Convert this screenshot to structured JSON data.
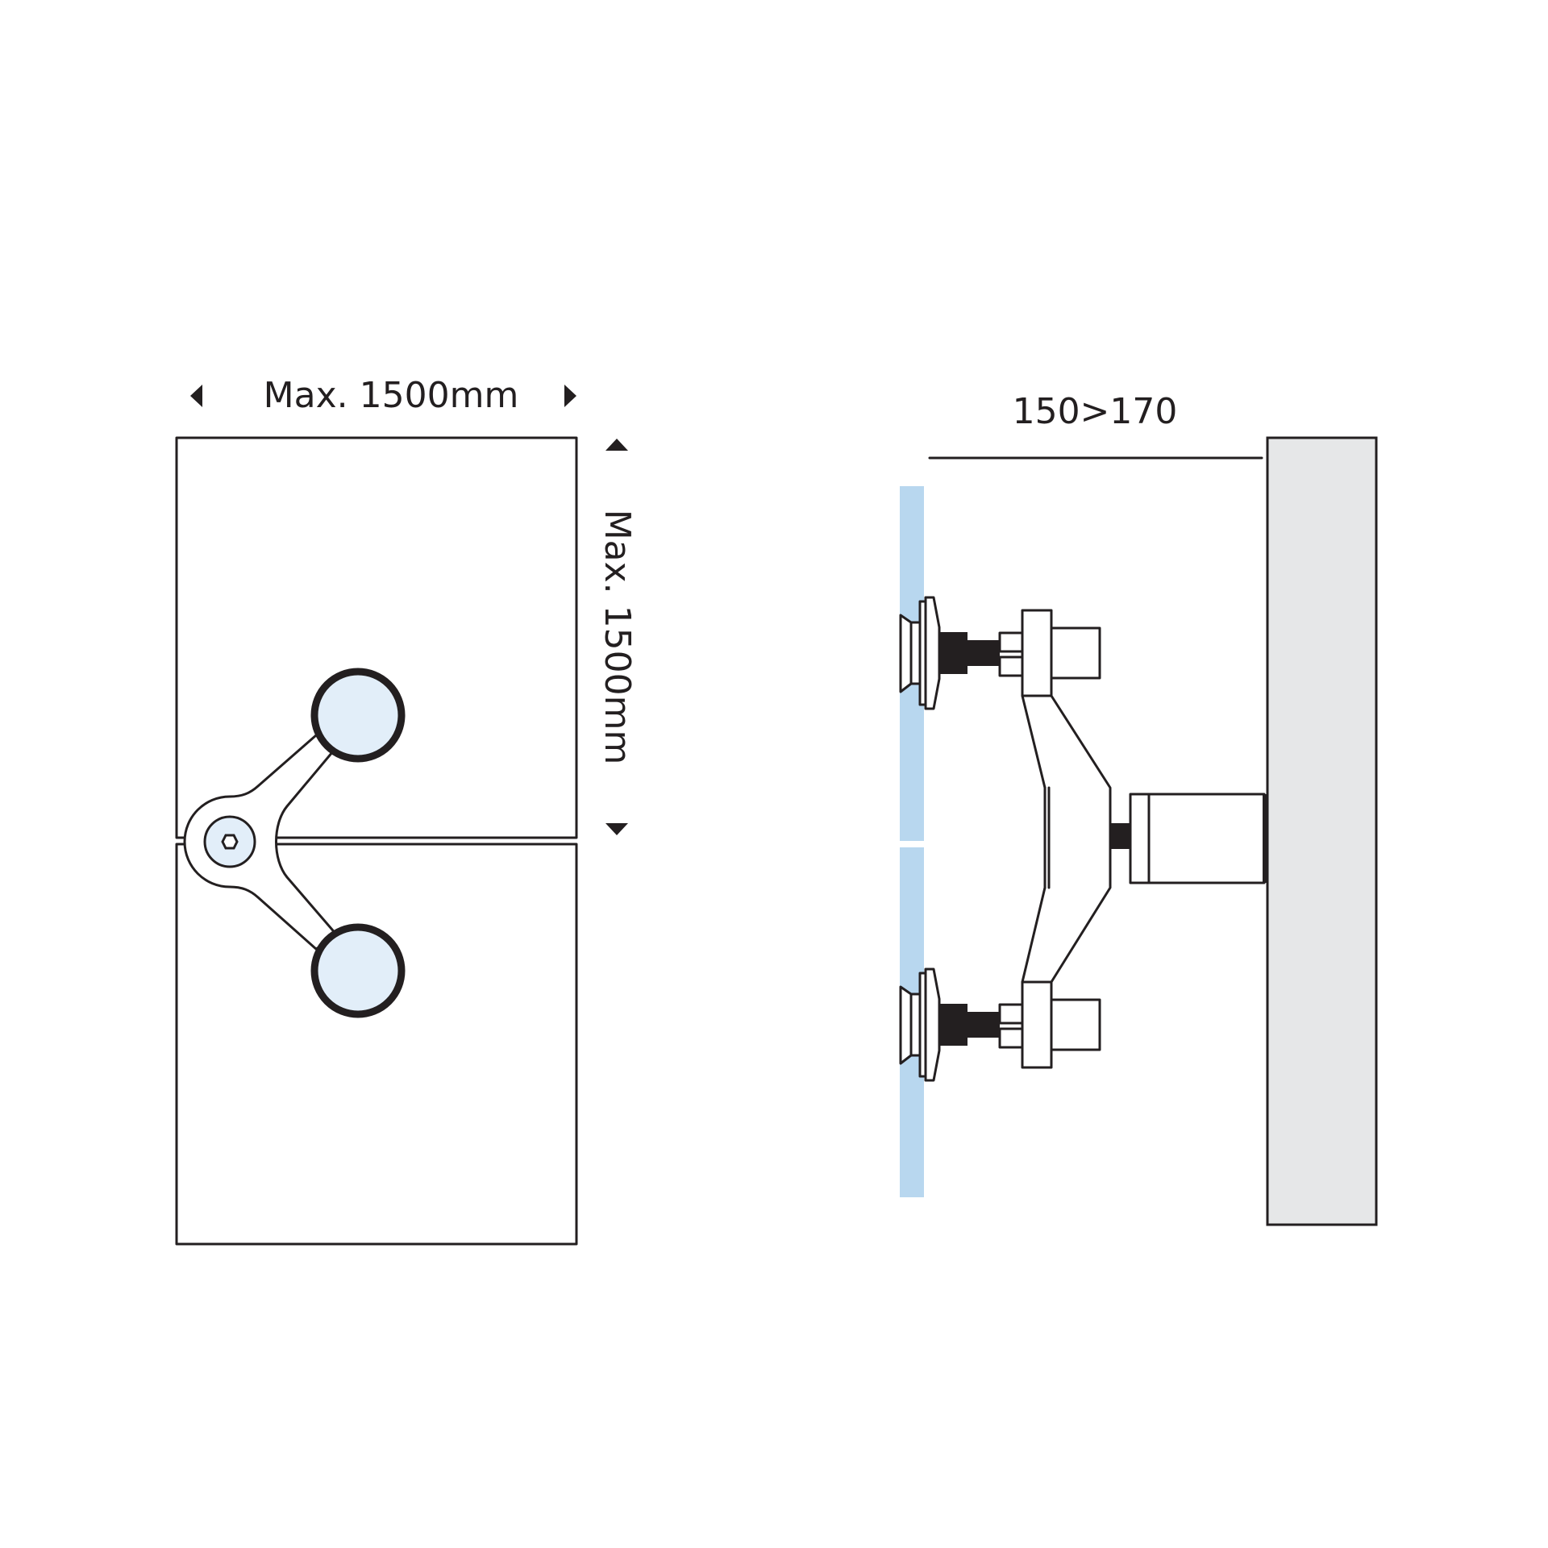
{
  "front_view": {
    "width_label": "Max. 1500mm",
    "height_label": "Max. 1500mm"
  },
  "side_view": {
    "depth_label": "150>170"
  },
  "colors": {
    "line": "#231f20",
    "glass": "#b8d7ef",
    "glass_light": "#e2eef9",
    "wall": "#e6e7e8"
  }
}
